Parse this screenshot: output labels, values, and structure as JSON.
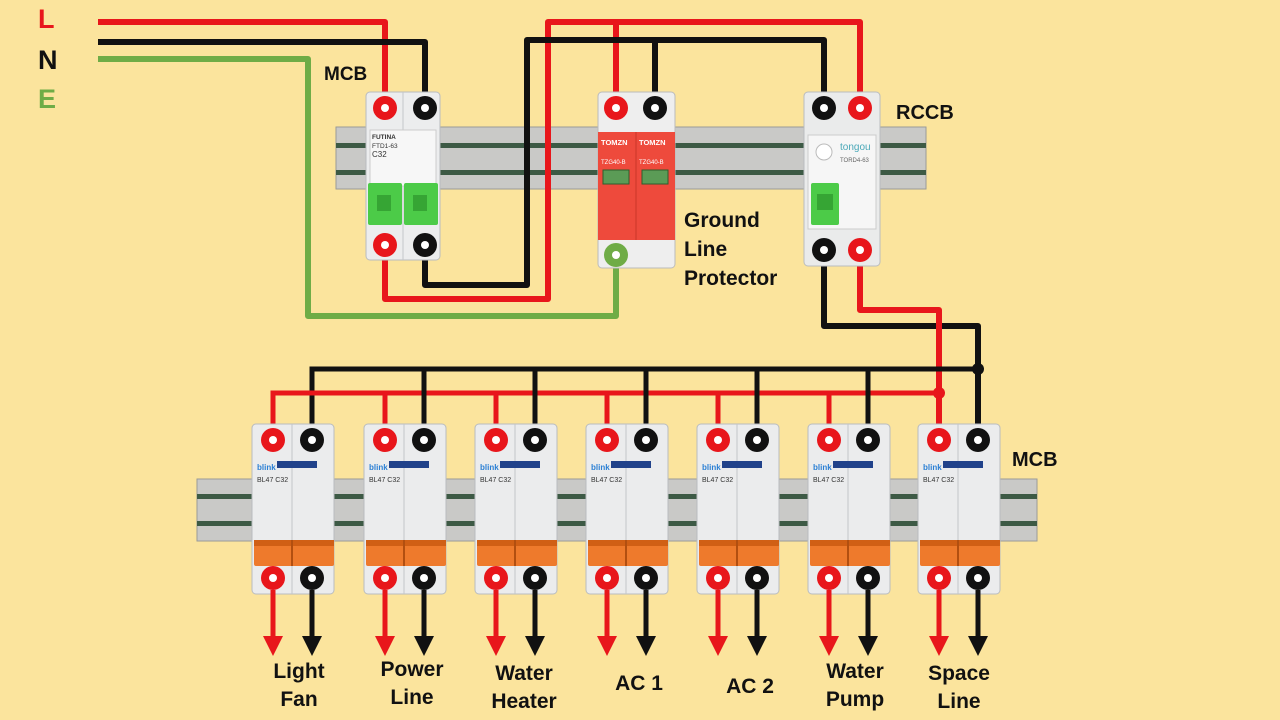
{
  "supply": {
    "live": {
      "letter": "L",
      "color": "#e8161b"
    },
    "neutral": {
      "letter": "N",
      "color": "#111111"
    },
    "earth": {
      "letter": "E",
      "color": "#6fac46"
    }
  },
  "labels": {
    "main_mcb": "MCB",
    "rccb": "RCCB",
    "branch_mcb": "MCB",
    "protector_line1": "Ground",
    "protector_line2": "Line",
    "protector_line3": "Protector"
  },
  "devices": {
    "main_mcb": {
      "brand": "FUTINA",
      "model": "FTD1-63",
      "rating": "C32"
    },
    "surge_protector": {
      "brand": "TOMZN",
      "model": "TZG40-B"
    },
    "rccb": {
      "brand": "tongou",
      "model": "TORD4-63"
    },
    "branch_mcb": {
      "brand": "blink",
      "model": "BL47",
      "rating": "C32"
    }
  },
  "outputs": [
    {
      "line1": "Light",
      "line2": "Fan"
    },
    {
      "line1": "Power",
      "line2": "Line"
    },
    {
      "line1": "Water",
      "line2": "Heater"
    },
    {
      "line1": "AC 1",
      "line2": ""
    },
    {
      "line1": "AC 2",
      "line2": ""
    },
    {
      "line1": "Water",
      "line2": "Pump"
    },
    {
      "line1": "Space",
      "line2": "Line"
    }
  ],
  "colors": {
    "live": "#e8161b",
    "neutral": "#111111",
    "earth": "#6fac46",
    "background": "#fbe49d",
    "handle_branch": "#ee7a2c",
    "handle_main": "#4ccb48",
    "surge_body": "#ee4a3c"
  }
}
